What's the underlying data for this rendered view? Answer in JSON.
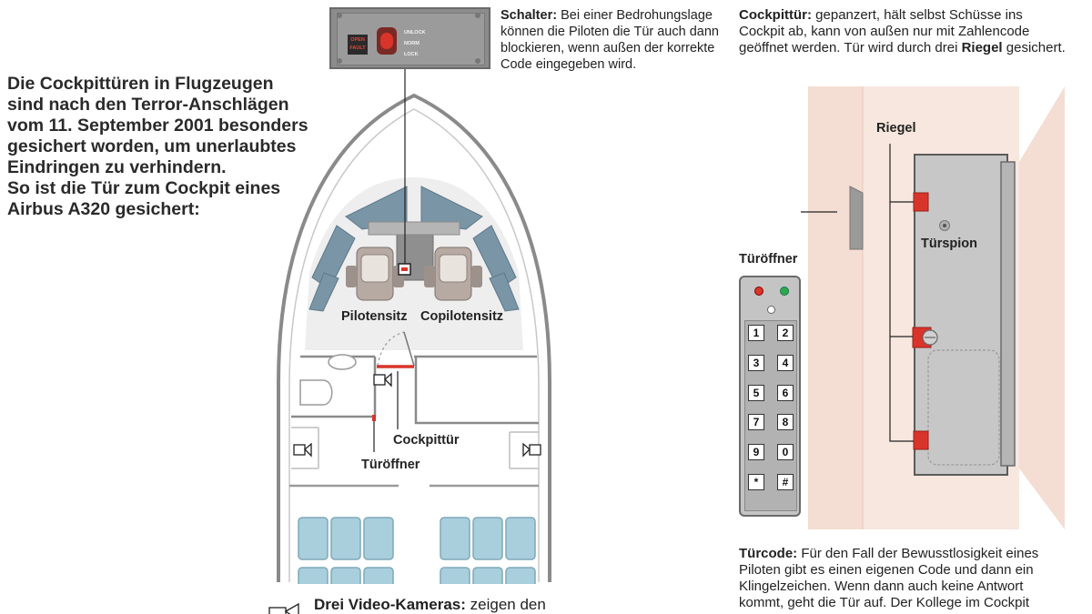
{
  "intro": {
    "line1": "Die Cockpittüren in Flugzeugen",
    "line2": "sind nach den Terror-Anschlägen",
    "line3": "vom 11. September 2001 besonders",
    "line4": "gesichert worden, um unerlaubtes",
    "line5": "Eindringen zu verhindern.",
    "line6": "So ist die Tür zum Cockpit eines",
    "line7": "Airbus A320 gesichert:"
  },
  "switch_panel": {
    "unlock": "UNLOCK",
    "norm": "NORM",
    "lock": "LOCK",
    "open": "OPEN",
    "fault": "FAULT"
  },
  "schalter": {
    "title": "Schalter:",
    "l1": " Bei einer Bedrohungslage",
    "l2": "können die Piloten die Tür auch dann",
    "l3": "blockieren, wenn außen der korrekte",
    "l4": "Code eingegeben wird."
  },
  "cockpittuer": {
    "title": "Cockpittür:",
    "l1": " gepanzert, hält selbst Schüsse ins",
    "l2": "Cockpit ab, kann von außen nur mit Zahlencode",
    "l3a": "geöffnet werden. Tür wird durch drei ",
    "l3b": "Riegel",
    "l3c": " gesichert."
  },
  "labels": {
    "pilotensitz": "Pilotensitz",
    "copilotensitz": "Copilotensitz",
    "cockpittuer": "Cockpittür",
    "tueroeffner_plan": "Türöffner",
    "tueroeffner": "Türöffner",
    "riegel": "Riegel",
    "tuerspion": "Türspion"
  },
  "keypad": {
    "keys": [
      "1",
      "2",
      "3",
      "4",
      "5",
      "6",
      "7",
      "8",
      "9",
      "0",
      "*",
      "#"
    ],
    "led_colors": [
      "#d9342b",
      "#2fa84a"
    ]
  },
  "kameras": {
    "title": "Drei Video-Kameras:",
    "l1": " zeigen den"
  },
  "tuercode": {
    "title": "Türcode:",
    "l1": " Für den Fall der Bewusstlosigkeit eines",
    "l2": "Piloten gibt es einen eigenen Code und dann ein",
    "l3": "Klingelzeichen. Wenn dann auch keine Antwort",
    "l4": "kommt, geht die Tür auf. Der Kollege im Cockpit"
  },
  "colors": {
    "accent_red": "#d9342b",
    "window_blue": "#7a95a6",
    "seat_blue": "#a9cfdc",
    "wall_pink": "#f4ddd2"
  }
}
